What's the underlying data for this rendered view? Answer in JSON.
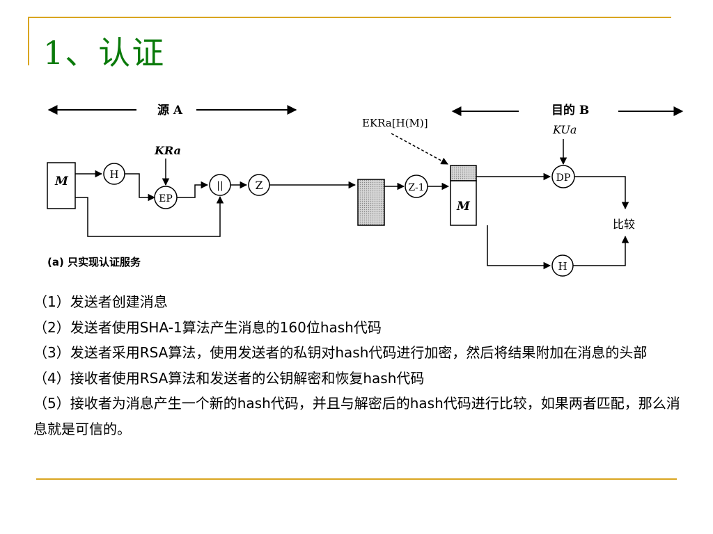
{
  "slide": {
    "title": "1、认证"
  },
  "diagram": {
    "source_label": "源 A",
    "dest_label": "目的 B",
    "key_private": "KRa",
    "key_public": "KUa",
    "message": "M",
    "hash": "H",
    "encrypt": "EP",
    "concat": "||",
    "compress": "Z",
    "decompress": "Z-1",
    "decrypt": "DP",
    "compare": "比较",
    "signature_label": "EKRa[H(M)]",
    "caption": "(a) 只实现认证服务"
  },
  "notes": {
    "line1": "（1）发送者创建消息",
    "line2": "（2）发送者使用SHA-1算法产生消息的160位hash代码",
    "line3": "（3）发送者采用RSA算法，使用发送者的私钥对hash代码进行加密，然后将结果附加在消息的头部",
    "line4": "（4）接收者使用RSA算法和发送者的公钥解密和恢复hash代码",
    "line5": "（5）接收者为消息产生一个新的hash代码，并且与解密后的hash代码进行比较，如果两者匹配，那么消息就是可信的。"
  }
}
